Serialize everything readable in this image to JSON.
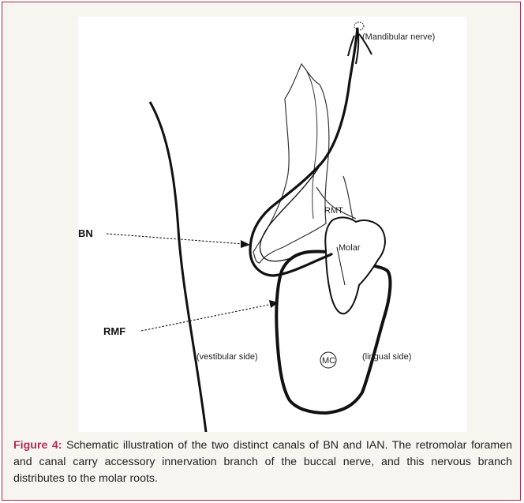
{
  "figure": {
    "labels": {
      "mandibular_nerve": "(Mandibular nerve)",
      "bn": "BN",
      "rmf": "RMF",
      "rmt": "RMT",
      "molar": "Molar",
      "mc": "MC",
      "vestibular_side": "(vestibular side)",
      "lingual_side": "(lingual side)"
    },
    "caption": {
      "label": "Figure 4:",
      "text": " Schematic illustration of the two distinct canals of BN and IAN. The retromolar foramen and canal carry accessory innervation branch of the buccal nerve, and this nervous branch distributes to the molar roots."
    }
  }
}
